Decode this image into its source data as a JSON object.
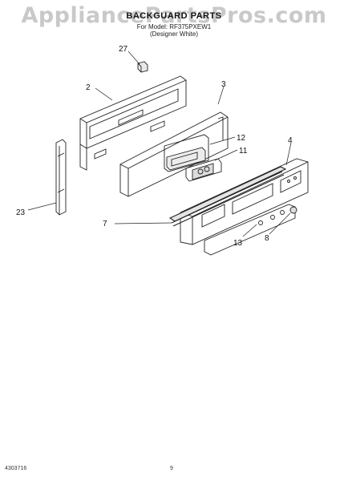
{
  "watermark": "AppliancePartsPros.com",
  "title": "BACKGUARD PARTS",
  "subtitle_line1": "For Model: RF375PXEW1",
  "subtitle_line2": "(Designer White)",
  "callouts": {
    "c27": "27",
    "c2": "2",
    "c3": "3",
    "c12": "12",
    "c11": "11",
    "c4": "4",
    "c23": "23",
    "c7": "7",
    "c13": "13",
    "c8": "8"
  },
  "footer": {
    "doc_number": "4303716",
    "page_number": "9"
  }
}
